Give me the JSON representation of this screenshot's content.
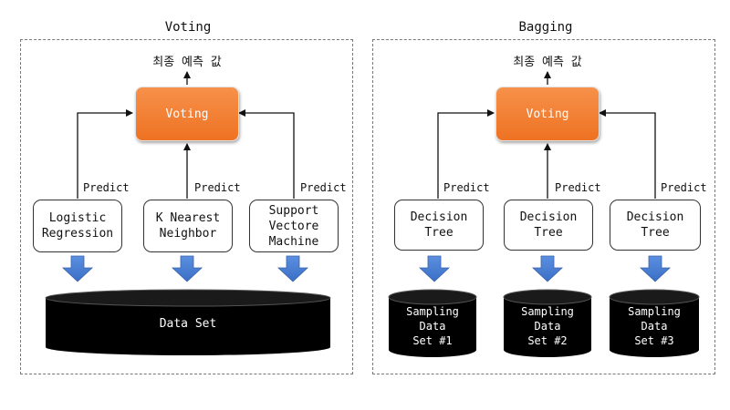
{
  "voting_panel": {
    "title": "Voting",
    "result_label": "최종 예측 값",
    "voting_label": "Voting",
    "predict_label": "Predict",
    "models": [
      "Logistic\nRegression",
      "K Nearest\nNeighbor",
      "Support\nVectore\nMachine"
    ],
    "dataset_label": "Data Set"
  },
  "bagging_panel": {
    "title": "Bagging",
    "result_label": "최종 예측 값",
    "voting_label": "Voting",
    "predict_label": "Predict",
    "models": [
      "Decision\nTree",
      "Decision\nTree",
      "Decision\nTree"
    ],
    "datasets": [
      "Sampling\nData\nSet #1",
      "Sampling\nData\nSet #2",
      "Sampling\nData\nSet #3"
    ]
  },
  "colors": {
    "voting_fill": "#f07a2c",
    "arrow_fill": "#4a7fd4",
    "dataset_fill": "#000000"
  }
}
